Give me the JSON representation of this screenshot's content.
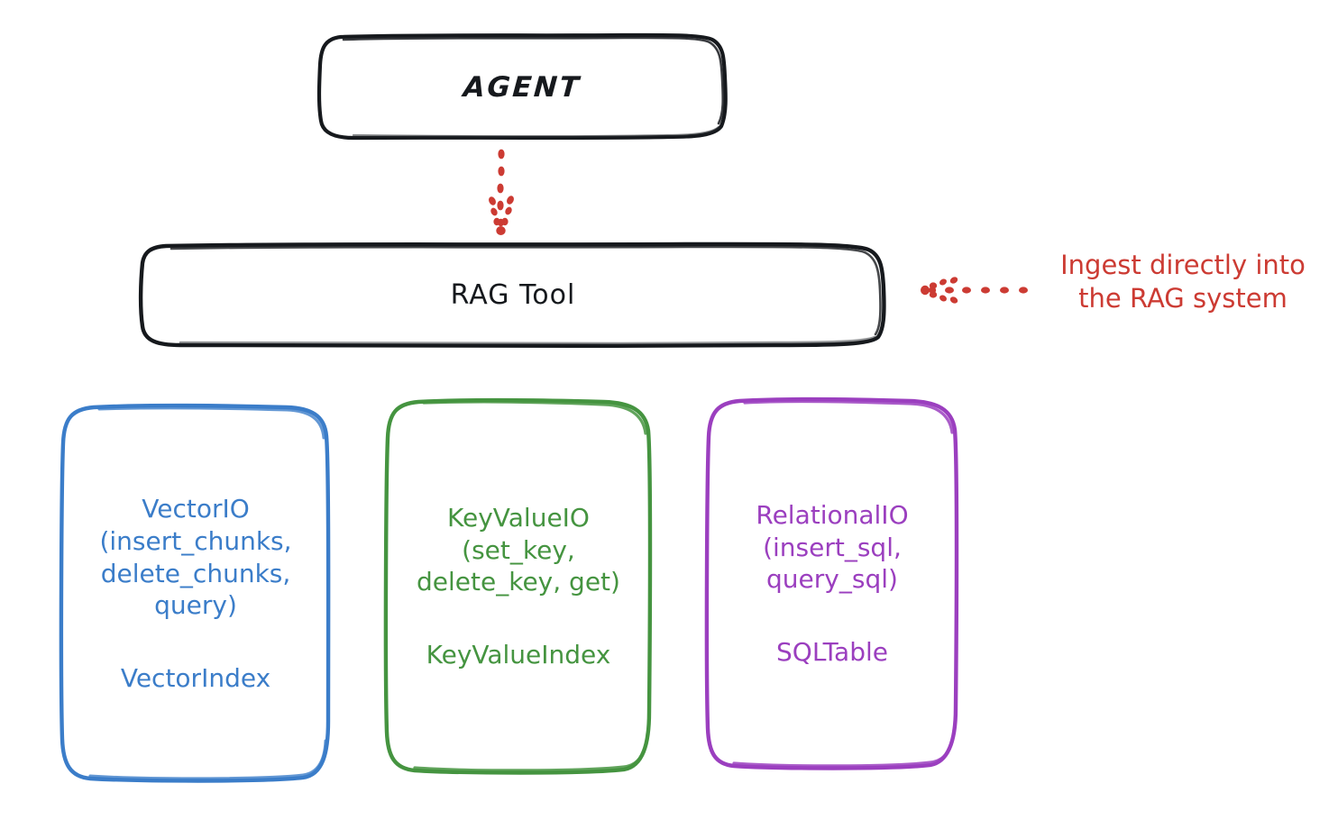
{
  "diagram": {
    "title": "RAG Tool architecture",
    "background_color": "#ffffff",
    "style": "hand-drawn sketch"
  },
  "nodes": {
    "agent": {
      "label": "AGENT",
      "border_color": "#16191d",
      "shape": "rounded-rectangle"
    },
    "rag_tool": {
      "label": "RAG Tool",
      "border_color": "#16191d",
      "shape": "rounded-rectangle"
    },
    "vector_io": {
      "title": "VectorIO\n(insert_chunks,\ndelete_chunks,\nquery)",
      "subtitle": "VectorIndex",
      "color": "#3b7dc9",
      "shape": "rounded-rectangle"
    },
    "key_value_io": {
      "title": "KeyValueIO\n(set_key,\ndelete_key, get)",
      "subtitle": "KeyValueIndex",
      "color": "#459440",
      "shape": "rounded-rectangle"
    },
    "relational_io": {
      "title": "RelationalIO\n(insert_sql,\nquery_sql)",
      "subtitle": "SQLTable",
      "color": "#9b3fbf",
      "shape": "rounded-rectangle"
    }
  },
  "connectors": {
    "agent_to_rag_tool": {
      "name": "dotted-arrow-down",
      "color": "#cc3b33",
      "style": "dotted",
      "direction": "down",
      "from": "AGENT",
      "to": "RAG Tool"
    },
    "ingest_arrow": {
      "name": "dotted-arrow-left",
      "color": "#cc3b33",
      "style": "dotted",
      "direction": "left",
      "to": "RAG Tool"
    }
  },
  "annotations": {
    "ingest": {
      "text": "Ingest directly into\nthe RAG system",
      "color": "#cc3b33"
    }
  }
}
